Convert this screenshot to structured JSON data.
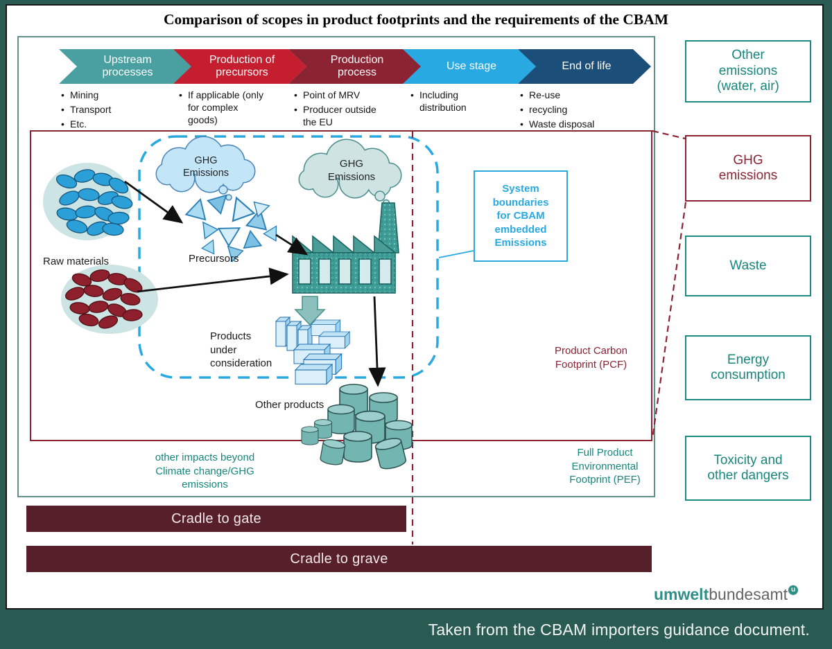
{
  "title": "Comparison of scopes in product footprints and the requirements of the CBAM",
  "stages": [
    {
      "label": "Upstream\nprocesses",
      "color": "#4aa0a0",
      "bullets": [
        "Mining",
        "Transport",
        "Etc."
      ]
    },
    {
      "label": "Production of\nprecursors",
      "color": "#c41e2f",
      "bullets": [
        "If applicable (only\nfor complex\ngoods)"
      ]
    },
    {
      "label": "Production\nprocess",
      "color": "#8b2332",
      "bullets": [
        "Point of MRV",
        "Producer outside\nthe EU"
      ]
    },
    {
      "label": "Use stage",
      "color": "#29a9e1",
      "bullets": [
        "Including\ndistribution"
      ]
    },
    {
      "label": "End of life",
      "color": "#1b4e79",
      "bullets": [
        "Re-use",
        "recycling",
        "Waste disposal"
      ]
    }
  ],
  "diagram": {
    "cloud_left_label": "GHG\nEmissions",
    "cloud_right_label": "GHG\nEmissions",
    "raw_materials_label": "Raw materials",
    "precursors_label": "Precursors",
    "products_label": "Products\nunder\nconsideration",
    "other_products_label": "Other products",
    "system_boundaries_label": "System\nboundaries\nfor CBAM\nembedded\nEmissions",
    "pcf_label": "Product Carbon\nFootprint (PCF)",
    "pef_label": "Full Product\nEnvironmental\nFootprint (PEF)",
    "other_impacts_label": "other impacts beyond\nClimate change/GHG\nemissions"
  },
  "sidebar": [
    {
      "label": "Other\nemissions\n(water, air)",
      "style": "teal"
    },
    {
      "label": "GHG\nemissions",
      "style": "maroon"
    },
    {
      "label": "Waste",
      "style": "teal"
    },
    {
      "label": "Energy\nconsumption",
      "style": "teal"
    },
    {
      "label": "Toxicity and\nother dangers",
      "style": "teal"
    }
  ],
  "bars": [
    {
      "label": "Cradle to gate"
    },
    {
      "label": "Cradle to grave"
    }
  ],
  "logo": {
    "part_bold": "umwelt",
    "part_light": "bundesamt",
    "mark": "u"
  },
  "caption": "Taken from the CBAM importers guidance document.",
  "colors": {
    "frame_teal": "#2a5b52",
    "outer_box_teal": "#5f8f88",
    "teal_text": "#17867c",
    "teal_border": "#1b8a80",
    "maroon": "#8b2332",
    "bar_maroon": "#571f2a",
    "boundary_blue": "#29a9e1",
    "navy": "#1b4e79",
    "red": "#c41e2f",
    "stage_teal": "#4aa0a0"
  }
}
